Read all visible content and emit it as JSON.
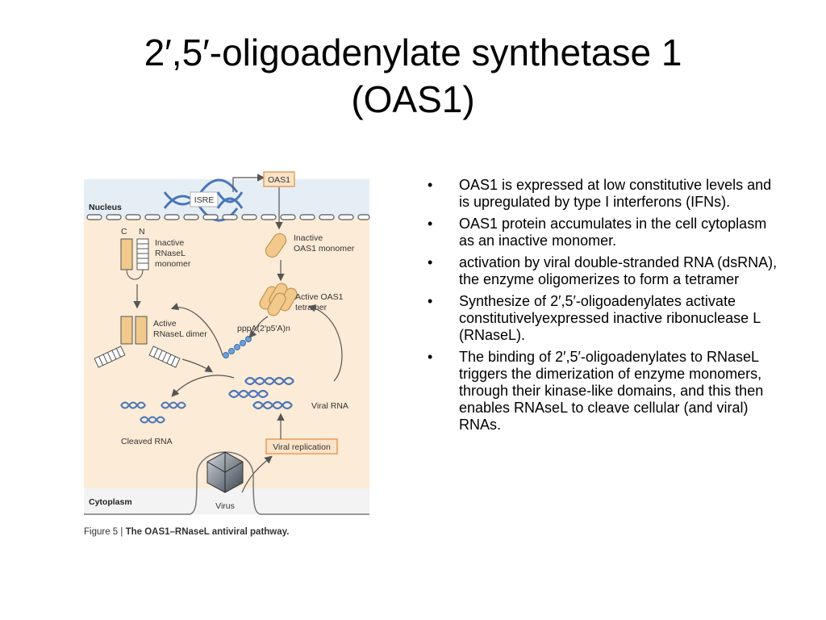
{
  "title": {
    "line1": "2′,5′-oligoadenylate synthetase 1",
    "line2": "(OAS1)"
  },
  "figure": {
    "labels": {
      "nucleus": "Nucleus",
      "isre": "ISRE",
      "oas1": "OAS1",
      "c": "C",
      "n": "N",
      "inactive_rnasel_1": "Inactive",
      "inactive_rnasel_2": "RNaseL",
      "inactive_rnasel_3": "monomer",
      "inactive_oas1_1": "Inactive",
      "inactive_oas1_2": "OAS1 monomer",
      "active_oas1_1": "Active OAS1",
      "active_oas1_2": "tetramer",
      "active_rnasel_1": "Active",
      "active_rnasel_2": "RNaseL dimer",
      "pppa": "pppA(2′p5′A)n",
      "viral_rna": "Viral RNA",
      "cleaved_rna": "Cleaved RNA",
      "viral_replication": "Viral replication",
      "cytoplasm": "Cytoplasm",
      "virus": "Virus"
    },
    "caption_prefix": "Figure 5 | ",
    "caption_title": "The OAS1–RNaseL antiviral pathway."
  },
  "bullets": [
    "OAS1 is expressed at low constitutive levels and is upregulated by type I interferons (IFNs).",
    "OAS1 protein accumulates in the cell cytoplasm as an inactive monomer.",
    "activation by viral double-stranded RNA (dsRNA), the enzyme oligomerizes to form a tetramer",
    "Synthesize of 2′,5′-oligoadenylates activate constitutivelyexpressed inactive ribonuclease L (RNaseL).",
    "The binding of 2′,5′-oligoadenylates to RNaseL triggers the dimerization of enzyme monomers, through their kinase-like domains, and this then enables RNAseL to cleave cellular (and viral) RNAs."
  ],
  "bullet_symbol": "•",
  "colors": {
    "cytoplasm_bg": "#fcebd6",
    "nucleus_bg": "#e6eef5",
    "dna_blue": "#4a76b8",
    "oas1_tan": "#f1c98b",
    "box_orange": "#e08a3c"
  }
}
